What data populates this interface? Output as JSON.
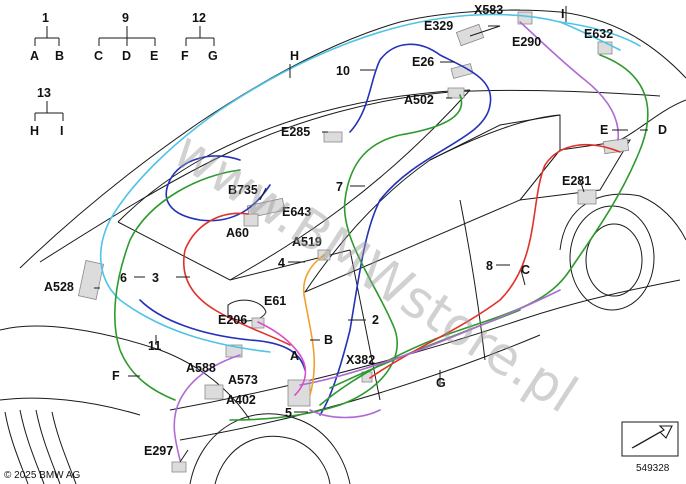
{
  "legend_trees": [
    {
      "root": "1",
      "children": [
        "A",
        "B"
      ]
    },
    {
      "root": "9",
      "children": [
        "C",
        "D",
        "E"
      ]
    },
    {
      "root": "12",
      "children": [
        "F",
        "G"
      ]
    },
    {
      "root": "13",
      "children": [
        "H",
        "I"
      ]
    }
  ],
  "component_labels": [
    "X583",
    "E329",
    "E290",
    "E632",
    "E26",
    "A502",
    "E285",
    "B735",
    "E643",
    "A60",
    "A519",
    "E61",
    "E206",
    "A588",
    "A573",
    "A402",
    "X382",
    "E281",
    "A528",
    "E297"
  ],
  "section_labels": [
    "H",
    "I",
    "E",
    "D",
    "C",
    "G",
    "F",
    "A",
    "B"
  ],
  "number_labels": [
    "10",
    "7",
    "4",
    "6",
    "3",
    "8",
    "2",
    "11",
    "5"
  ],
  "watermark": "www.BMWstore.pl",
  "copyright": "© 2025 BMW AG",
  "diagram_number": "549328",
  "wire_colors": {
    "cyan": "#4fc4e6",
    "blue": "#2432b8",
    "green": "#2e9a2e",
    "red": "#e0322a",
    "violet": "#b06ad6",
    "orange": "#f0a030",
    "magenta": "#d94fc8"
  }
}
